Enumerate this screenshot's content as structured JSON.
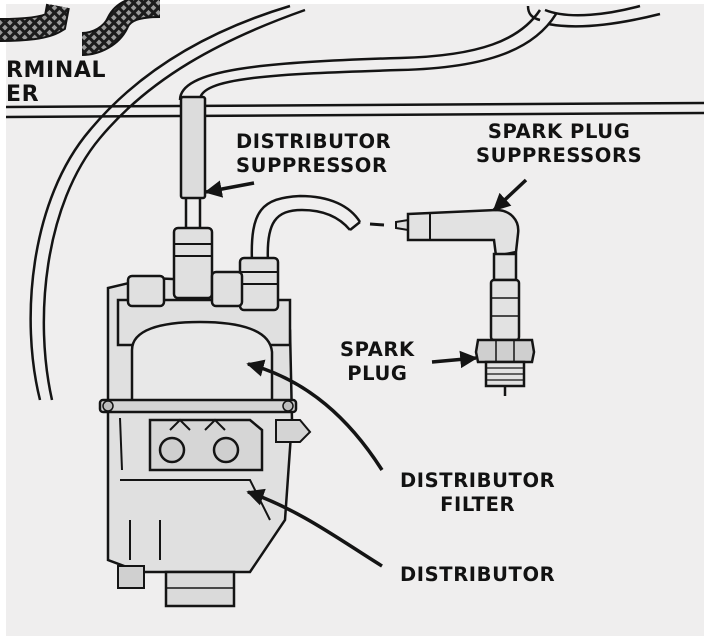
{
  "diagram": {
    "colors": {
      "paper": "#efeeee",
      "ink": "#141414",
      "component_fill": "#e2e2e2",
      "shade": "#cfcfcf",
      "hose": "#2a2a2a"
    },
    "labels": {
      "header_fragment": {
        "line1": "RMINAL",
        "line2": "ER"
      },
      "distributor_suppressor": {
        "line1": "DISTRIBUTOR",
        "line2": "SUPPRESSOR"
      },
      "spark_plug_suppressors": {
        "line1": "SPARK PLUG",
        "line2": "SUPPRESSORS"
      },
      "spark_plug": {
        "line1": "SPARK",
        "line2": "PLUG"
      },
      "distributor_filter": {
        "line1": "DISTRIBUTOR",
        "line2": "FILTER"
      },
      "distributor": {
        "line1": "DISTRIBUTOR"
      }
    }
  }
}
